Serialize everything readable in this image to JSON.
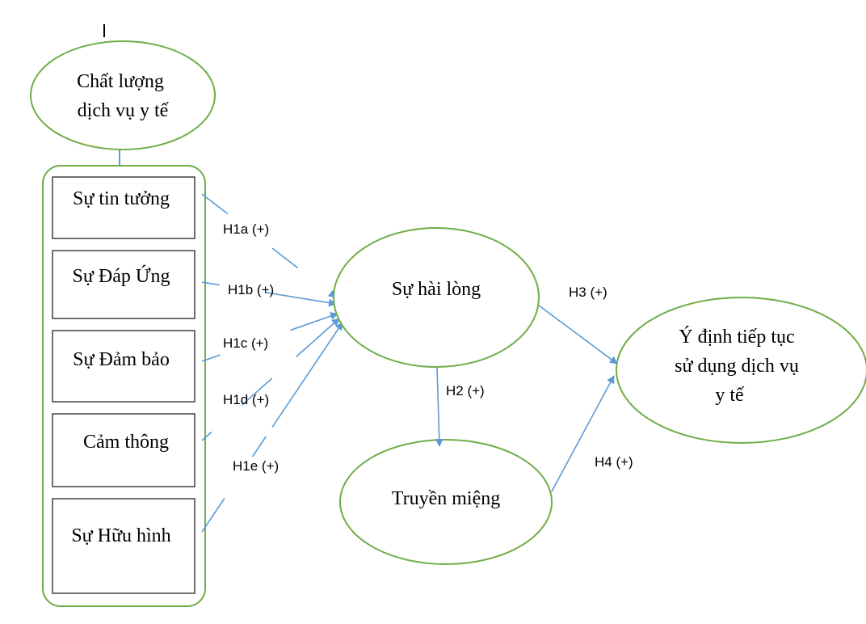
{
  "colors": {
    "ellipse_stroke": "#70ad47",
    "box_stroke": "#404040",
    "arrow": "#5b9bd5",
    "text": "#000000"
  },
  "nodes": {
    "service_quality": [
      "Chất lượng",
      "dịch vụ y tế"
    ],
    "satisfaction": "Sự hài lòng",
    "word_of_mouth": "Truyền miệng",
    "intention": [
      "Ý định tiếp tục",
      "sử dụng dịch vụ",
      "y tế"
    ]
  },
  "dimensions": [
    "Sự tin tưởng",
    "Sự Đáp Ứng",
    "Sự Đảm bảo",
    "Cảm thông",
    "Sự Hữu hình"
  ],
  "hypotheses": {
    "h1a": "H1a (+)",
    "h1b": "H1b (+)",
    "h1c": "H1c (+)",
    "h1d": "H1d (+)",
    "h1e": "H1e (+)",
    "h2": "H2 (+)",
    "h3": "H3 (+)",
    "h4": "H4 (+)"
  }
}
